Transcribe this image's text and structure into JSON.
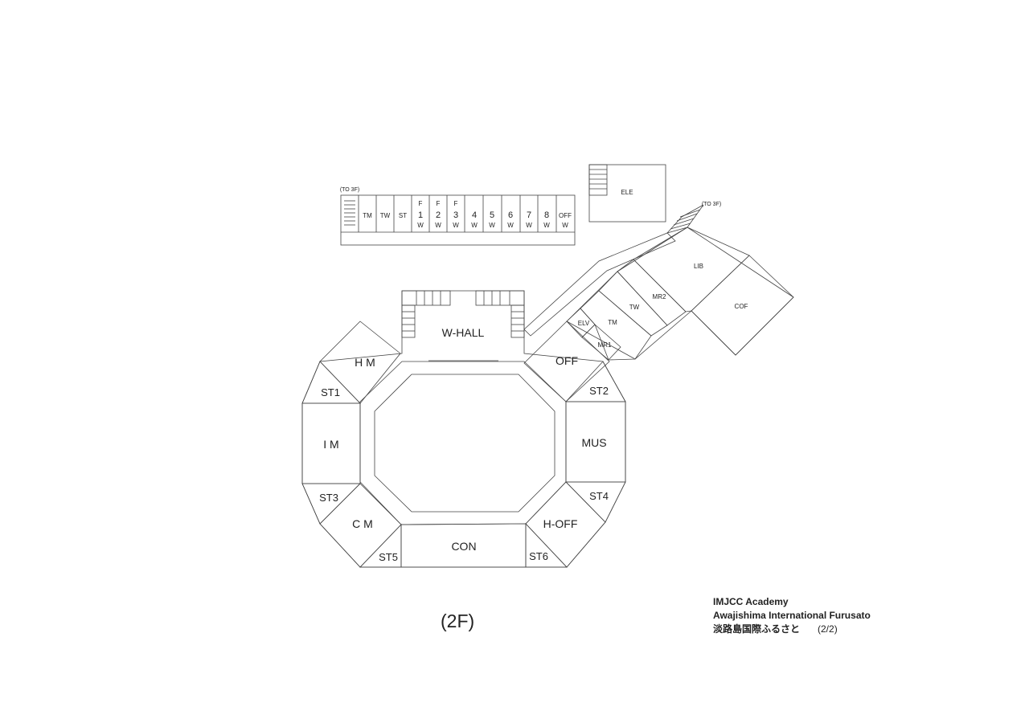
{
  "floor_label": "(2F)",
  "caption": {
    "line1": "IMJCC Academy",
    "line2": "Awajishima International Furusato",
    "line3": "淡路島国際ふるさと",
    "page": "(2/2)"
  },
  "rooms": {
    "w_hall": "W-HALL",
    "hm": "H M",
    "im": "I M",
    "cm": "C M",
    "st1": "ST1",
    "st2": "ST2",
    "st3": "ST3",
    "st4": "ST4",
    "st5": "ST5",
    "st6": "ST6",
    "con": "CON",
    "mus": "MUS",
    "off": "OFF",
    "h_off": "H-OFF",
    "elv": "ELV",
    "mr1": "MR1",
    "tm_e": "TM",
    "tw_e": "TW",
    "mr2": "MR2",
    "lib": "LIB",
    "cof": "COF",
    "ele": "ELE",
    "to3f_left": "(TO 3F)",
    "to3f_right": "(TO 3F)"
  },
  "top_strip": [
    {
      "top": "",
      "mid": "TM",
      "bot": ""
    },
    {
      "top": "",
      "mid": "TW",
      "bot": ""
    },
    {
      "top": "",
      "mid": "ST",
      "bot": ""
    },
    {
      "top": "F",
      "mid": "1",
      "bot": "W"
    },
    {
      "top": "F",
      "mid": "2",
      "bot": "W"
    },
    {
      "top": "F",
      "mid": "3",
      "bot": "W"
    },
    {
      "top": "",
      "mid": "4",
      "bot": "W"
    },
    {
      "top": "",
      "mid": "5",
      "bot": "W"
    },
    {
      "top": "",
      "mid": "6",
      "bot": "W"
    },
    {
      "top": "",
      "mid": "7",
      "bot": "W"
    },
    {
      "top": "",
      "mid": "8",
      "bot": "W"
    },
    {
      "top": "",
      "mid": "OFF",
      "bot": "W"
    }
  ]
}
